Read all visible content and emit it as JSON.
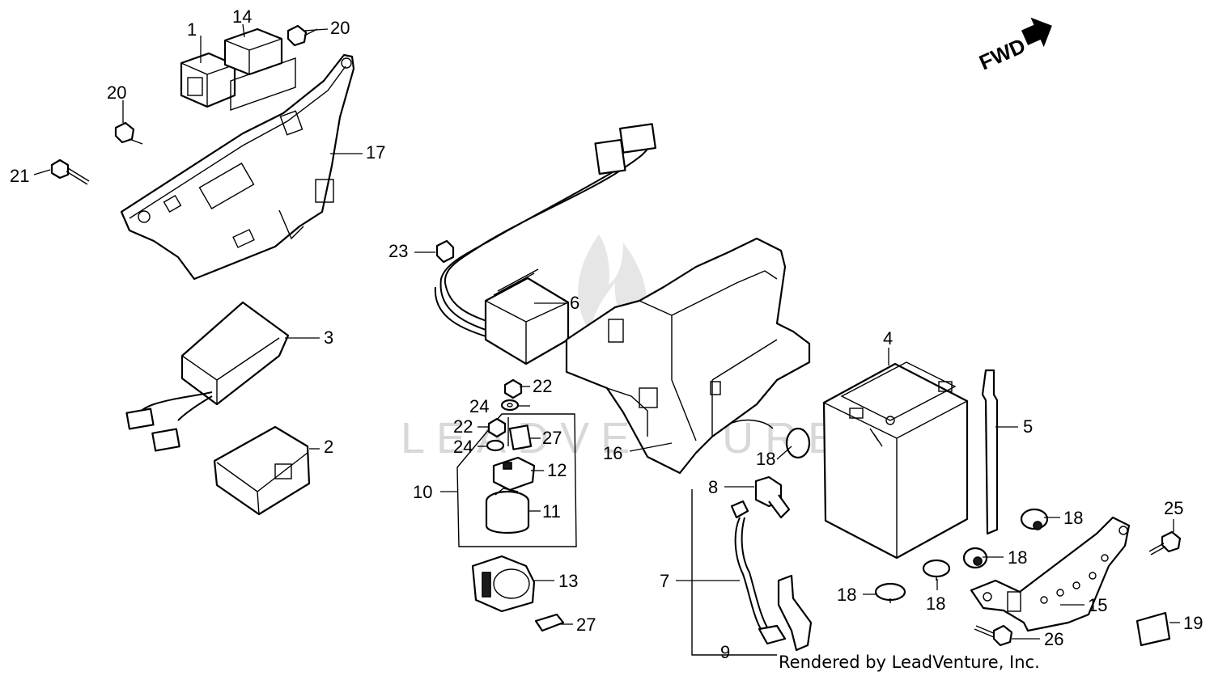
{
  "diagram": {
    "fwd_label": "FWD",
    "credit": "Rendered by LeadVenture, Inc.",
    "watermark": "LEADVENTURE",
    "callouts": {
      "c1": "1",
      "c2": "2",
      "c3": "3",
      "c4": "4",
      "c5": "5",
      "c6": "6",
      "c7": "7",
      "c8": "8",
      "c9": "9",
      "c10": "10",
      "c11": "11",
      "c12": "12",
      "c13": "13",
      "c14": "14",
      "c15": "15",
      "c16": "16",
      "c17": "17",
      "c18a": "18",
      "c18b": "18",
      "c18c": "18",
      "c18d": "18",
      "c18e": "18",
      "c19": "19",
      "c20a": "20",
      "c20b": "20",
      "c21": "21",
      "c22a": "22",
      "c22b": "22",
      "c23": "23",
      "c24a": "24",
      "c24b": "24",
      "c25": "25",
      "c26": "26",
      "c27a": "27",
      "c27b": "27"
    }
  }
}
